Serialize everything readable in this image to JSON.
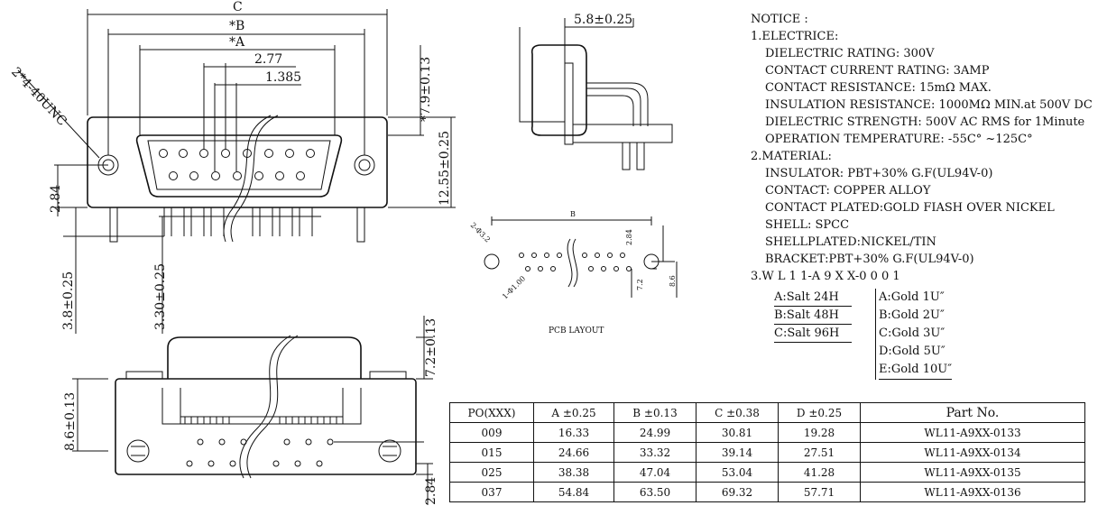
{
  "front_view": {
    "dim_C": "C",
    "dim_B": "*B",
    "dim_A": "*A",
    "dim_277": "2.77",
    "dim_1385": "1.385",
    "dim_thread": "2*4-40UNC",
    "dim_79": "*7.9±0.13",
    "dim_1255": "12.55±0.25",
    "dim_284": "2.84",
    "dim_38": "3.8±0.25",
    "dim_330": "3.30±0.25"
  },
  "side_view": {
    "dim_58": "5.8±0.25"
  },
  "bottom_view": {
    "dim_72": "7.2±0.13",
    "dim_86": "8.6±0.13",
    "dim_284": "2.84"
  },
  "pcb_layout": {
    "title": "PCB LAYOUT",
    "dim_B": "B",
    "dim_284": "2.84",
    "dim_72": "7.2",
    "dim_86": "8.6",
    "dim_hole32": "2-Φ3.2",
    "dim_hole1": "1-Φ1.00"
  },
  "notice": {
    "title": "NOTICE :",
    "electric_header": "1.ELECTRICE:",
    "electric": [
      "DIELECTRIC RATING: 300V",
      "CONTACT CURRENT RATING: 3AMP",
      "CONTACT RESISTANCE: 15mΩ MAX.",
      "INSULATION RESISTANCE: 1000MΩ MIN.at 500V DC",
      "DIELECTRIC STRENGTH: 500V AC RMS for 1Minute",
      "OPERATION TEMPERATURE: -55C° ~125C°"
    ],
    "material_header": "2.MATERIAL:",
    "material": [
      "INSULATOR: PBT+30% G.F(UL94V-0)",
      "CONTACT: COPPER ALLOY",
      "CONTACT PLATED:GOLD FIASH OVER NICKEL",
      "SHELL: SPCC",
      "SHELLPLATED:NICKEL/TIN",
      "BRACKET:PBT+30% G.F(UL94V-0)"
    ],
    "part_code": "3.W L 1 1-A 9 X X-0 0 0 1",
    "salt_options": [
      "A:Salt 24H",
      "B:Salt 48H",
      "C:Salt 96H"
    ],
    "gold_options": [
      "A:Gold 1U″",
      "B:Gold 2U″",
      "C:Gold 3U″",
      "D:Gold 5U″",
      "E:Gold 10U″"
    ]
  },
  "table": {
    "headers": [
      "PO(XXX)",
      "A ±0.25",
      "B ±0.13",
      "C ±0.38",
      "D ±0.25",
      "Part   No."
    ],
    "rows": [
      [
        "009",
        "16.33",
        "24.99",
        "30.81",
        "19.28",
        "WL11-A9XX-0133"
      ],
      [
        "015",
        "24.66",
        "33.32",
        "39.14",
        "27.51",
        "WL11-A9XX-0134"
      ],
      [
        "025",
        "38.38",
        "47.04",
        "53.04",
        "41.28",
        "WL11-A9XX-0135"
      ],
      [
        "037",
        "54.84",
        "63.50",
        "69.32",
        "57.71",
        "WL11-A9XX-0136"
      ]
    ]
  }
}
